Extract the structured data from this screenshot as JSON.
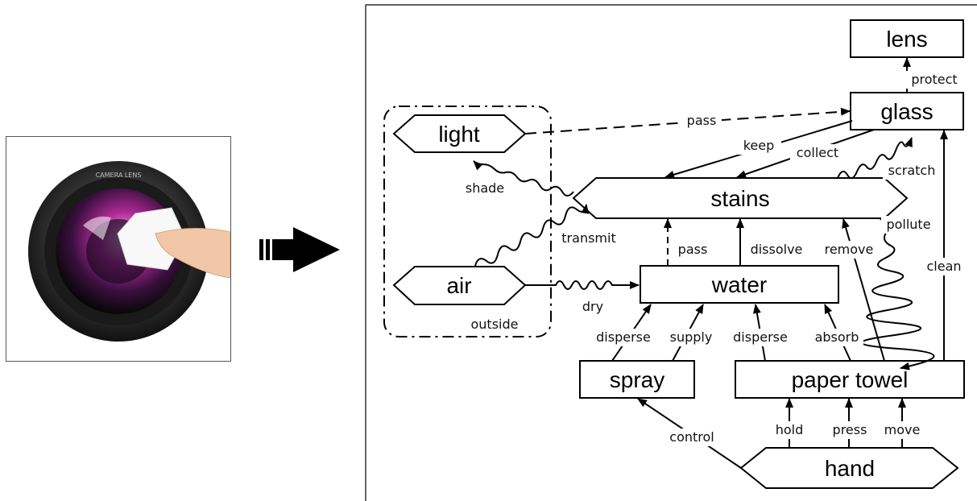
{
  "nodes": {
    "lens": "lens",
    "glass": "glass",
    "light": "light",
    "stains": "stains",
    "air": "air",
    "water": "water",
    "spray": "spray",
    "paper_towel": "paper towel",
    "hand": "hand"
  },
  "edges": {
    "protect": "protect",
    "pass_top": "pass",
    "keep": "keep",
    "collect": "collect",
    "scratch": "scratch",
    "shade": "shade",
    "transmit": "transmit",
    "pass_water": "pass",
    "dissolve": "dissolve",
    "remove": "remove",
    "pollute": "pollute",
    "clean": "clean",
    "dry": "dry",
    "outside": "outside",
    "disperse_spray": "disperse",
    "supply": "supply",
    "disperse_towel": "disperse",
    "absorb": "absorb",
    "control": "control",
    "hold": "hold",
    "press": "press",
    "move": "move"
  },
  "photo": {
    "ring_text": "CAMERA LENS"
  },
  "colors": {
    "lens_ring": "#3a3a3a",
    "glass_purple": "#8a1d7a",
    "ink": "#000000"
  }
}
